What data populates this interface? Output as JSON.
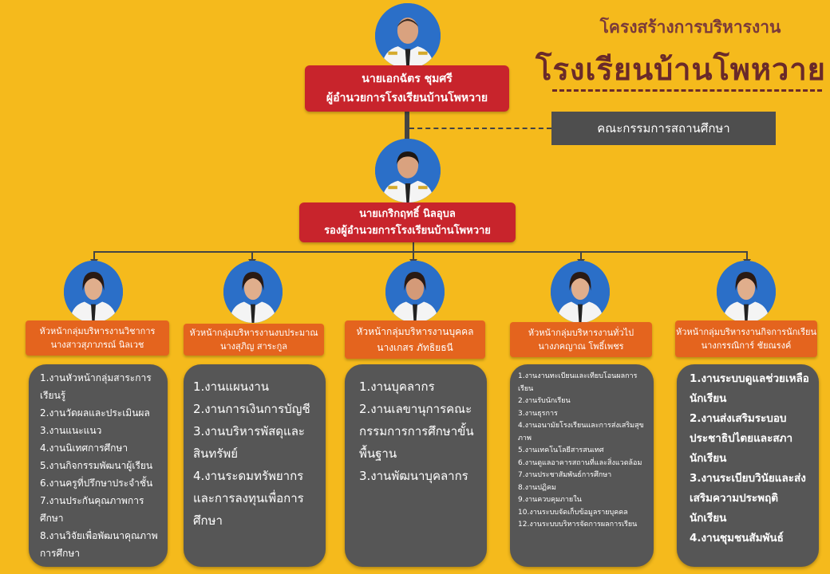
{
  "header": {
    "title_line1": "โครงสร้างการบริหารงาน",
    "title_line2": "โรงเรียนบ้านโพหวาย"
  },
  "director": {
    "name": "นายเอกฉัตร ชุมศรี",
    "position": "ผู้อำนวยการโรงเรียนบ้านโพหวาย"
  },
  "council": {
    "label": "คณะกรรมการสถานศึกษา"
  },
  "deputy": {
    "name": "นายเกริกฤทธิ์ นิลอุบล",
    "position": "รองผู้อำนวยการโรงเรียนบ้านโพหวาย"
  },
  "groups": [
    {
      "head_title": "หัวหน้ากลุ่มบริหารงานวิชาการ",
      "head_name": "นางสาวสุภาภรณ์ นิลเวช",
      "tasks": [
        "1.งานหัวหน้ากลุ่มสาระการเรียนรู้",
        "2.งานวัดผลและประเมินผล",
        "3.งานแนะแนว",
        "4.งานนิเทศการศึกษา",
        "5.งานกิจกรรมพัฒนาผู้เรียน",
        "6.งานครูที่ปรึกษาประจำชั้น",
        "7.งานประกันคุณภาพการศึกษา",
        "8.งานวิจัยเพื่อพัฒนาคุณภาพการศึกษา"
      ]
    },
    {
      "head_title": "หัวหน้ากลุ่มบริหารงานงบประมาณ",
      "head_name": "นางสุภิญ สาระกูล",
      "tasks": [
        "1.งานแผนงาน",
        "2.งานการเงินการบัญชี",
        "3.งานบริหารพัสดุและสินทรัพย์",
        "4.งานระดมทรัพยากรและการลงทุนเพื่อการศึกษา"
      ]
    },
    {
      "head_title": "หัวหน้ากลุ่มบริหารงานบุคคล",
      "head_name": "นางเกสร ภัทธิยธนี",
      "tasks": [
        "1.งานบุคลากร",
        "2.งานเลขานุการคณะกรรมการการศึกษาขั้นพื้นฐาน",
        "3.งานพัฒนาบุคลากร"
      ]
    },
    {
      "head_title": "หัวหน้ากลุ่มบริหารงานทั่วไป",
      "head_name": "นางภคญาณ โพธิ์เพชร",
      "tasks": [
        "1.งานงานทะเบียนและเทียบโอนผลการเรียน",
        "2.งานรับนักเรียน",
        "3.งานธุรการ",
        "4.งานอนามัยโรงเรียนและการส่งเสริมสุขภาพ",
        "5.งานเทคโนโลยีสารสนเทศ",
        "6.งานดูแลอาคารสถานที่และสิ่งแวดล้อม",
        "7.งานประชาสัมพันธ์การศึกษา",
        "8.งานปฏิคม",
        "9.งานควบคุมภายใน",
        "10.งานระบบจัดเก็บข้อมูลรายบุคคล",
        "12.งานระบบบริหารจัดการผลการเรียน"
      ]
    },
    {
      "head_title": "หัวหน้ากลุ่มบริหารงานกิจการนักเรียน",
      "head_name": "นางกรรณิการ์ ชัยณรงค์",
      "tasks": [
        "1.งานระบบดูแลช่วยเหลือนักเรียน",
        "2.งานส่งเสริมระบอบประชาธิปไตยและสภานักเรียน",
        "3.งานระเบียบวินัยและส่งเสริมความประพฤตินักเรียน",
        "4.งานชุมชนสัมพันธ์"
      ]
    }
  ],
  "colors": {
    "background": "#F5BA1C",
    "title": "#6A2A2A",
    "executive_box": "#C8242C",
    "group_head_box": "#E4641E",
    "task_box": "#565656",
    "council_box": "#4E4E4E"
  }
}
